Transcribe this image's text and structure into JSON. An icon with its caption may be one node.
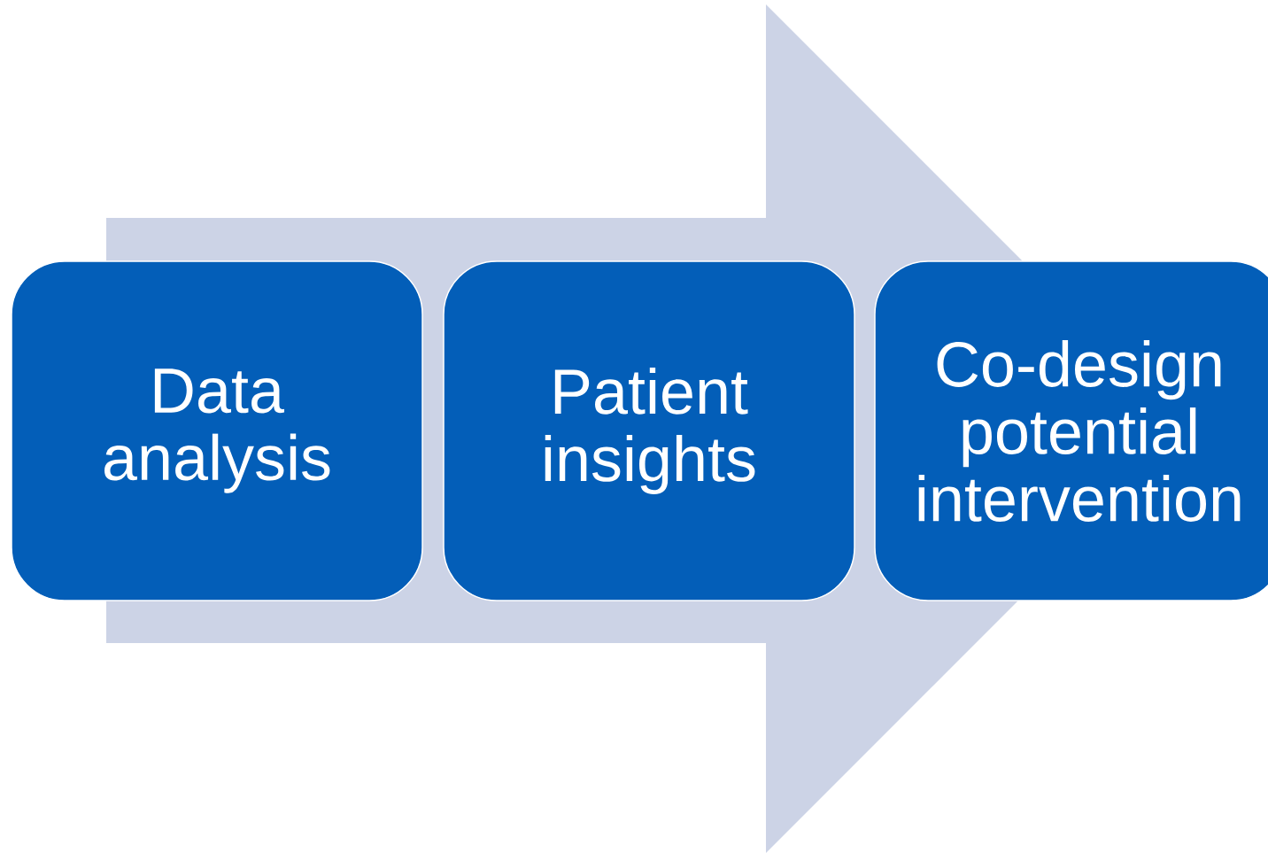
{
  "diagram": {
    "nodes": [
      {
        "text": [
          "Data analysis"
        ]
      },
      {
        "text": [
          "Patient insights"
        ]
      },
      {
        "text": [
          "Co-design potential intervention"
        ]
      }
    ],
    "edges": [
      {
        "from": 0,
        "to": 2,
        "arrow": "to"
      }
    ]
  }
}
